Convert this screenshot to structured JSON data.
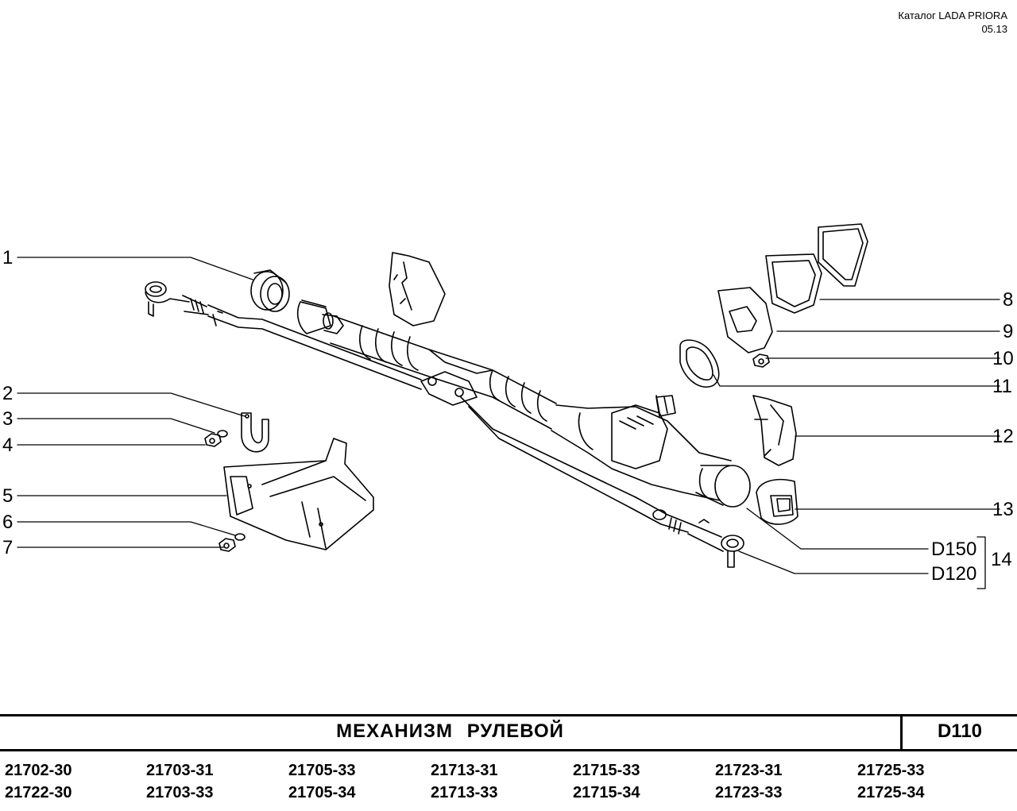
{
  "header": {
    "catalog": "Каталог  LADA  PRIORA",
    "date": "05.13"
  },
  "callouts": [
    "1",
    "2",
    "3",
    "4",
    "5",
    "6",
    "7",
    "8",
    "9",
    "10",
    "11",
    "12",
    "13",
    "D150",
    "D120",
    "14"
  ],
  "footer": {
    "title": "МЕХАНИЗМ   РУЛЕВОЙ",
    "code": "D110",
    "models_row1": [
      "21702-30",
      "21703-31",
      "21705-33",
      "21713-31",
      "21715-33",
      "21723-31",
      "21725-33"
    ],
    "models_row2": [
      "21722-30",
      "21703-33",
      "21705-34",
      "21713-33",
      "21715-34",
      "21723-33",
      "21725-34"
    ]
  }
}
